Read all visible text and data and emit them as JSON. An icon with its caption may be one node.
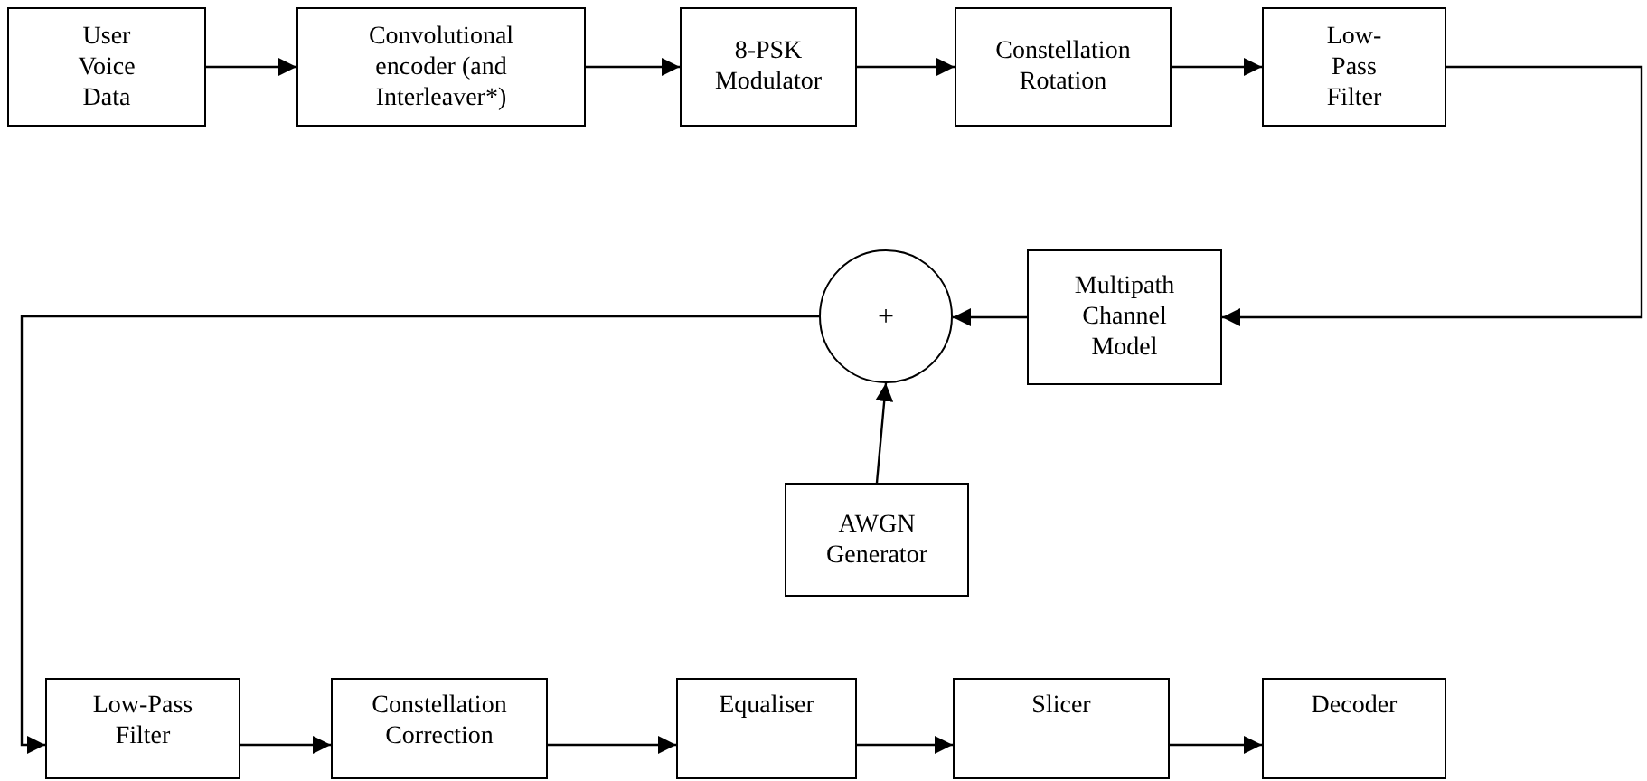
{
  "diagram": {
    "nodes": [
      {
        "text": [
          "User Voice Data"
        ]
      },
      {
        "text": [
          "Convolutional encoder (and Interleaver*)"
        ]
      },
      {
        "text": [
          "8-PSK Modulator"
        ]
      },
      {
        "text": [
          "Constellation Rotation"
        ]
      },
      {
        "text": [
          "Low-Pass Filter"
        ]
      },
      {
        "text": [
          "Multipath Channel Model"
        ]
      },
      {
        "text": [
          "+"
        ]
      },
      {
        "text": [
          "AWGN Generator"
        ]
      },
      {
        "text": [
          "Low-Pass Filter"
        ]
      },
      {
        "text": [
          "Constellation Correction"
        ]
      },
      {
        "text": [
          "Equaliser"
        ]
      },
      {
        "text": [
          "Slicer"
        ]
      },
      {
        "text": [
          "Decoder"
        ]
      }
    ],
    "edges": [
      {
        "from": 0,
        "to": 1,
        "arrow": "to"
      },
      {
        "from": 1,
        "to": 2,
        "arrow": "to"
      },
      {
        "from": 2,
        "to": 3,
        "arrow": "to"
      },
      {
        "from": 3,
        "to": 4,
        "arrow": "to"
      },
      {
        "from": 4,
        "to": 5,
        "arrow": "to"
      },
      {
        "from": 5,
        "to": 6,
        "arrow": "to"
      },
      {
        "from": 7,
        "to": 6,
        "arrow": "to"
      },
      {
        "from": 6,
        "to": 8,
        "arrow": "to"
      },
      {
        "from": 8,
        "to": 9,
        "arrow": "to"
      },
      {
        "from": 9,
        "to": 10,
        "arrow": "to"
      },
      {
        "from": 10,
        "to": 11,
        "arrow": "to"
      },
      {
        "from": 11,
        "to": 12,
        "arrow": "to"
      }
    ]
  }
}
